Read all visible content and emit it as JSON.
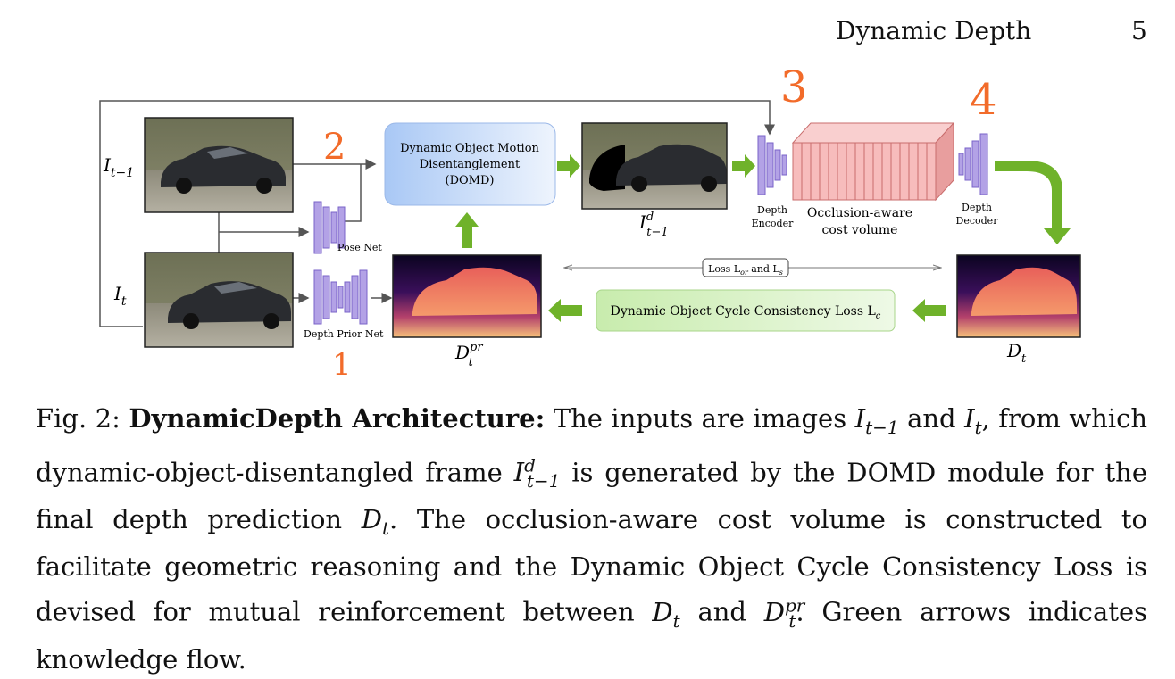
{
  "header": {
    "running_title": "Dynamic Depth",
    "page_number": "5"
  },
  "figure": {
    "labels": {
      "input_prev": "I",
      "input_prev_sub": "t−1",
      "input_curr": "I",
      "input_curr_sub": "t",
      "pose_net": "Pose Net",
      "depth_prior_net": "Depth Prior Net",
      "domd_line1": "Dynamic Object Motion",
      "domd_line2": "Disentanglement",
      "domd_line3": "(DOMD)",
      "disentangled": "I",
      "disentangled_sup": "d",
      "disentangled_sub": "t−1",
      "depth_encoder_line1": "Depth",
      "depth_encoder_line2": "Encoder",
      "cost_volume_line1": "Occlusion-aware",
      "cost_volume_line2": "cost volume",
      "depth_decoder_line1": "Depth",
      "depth_decoder_line2": "Decoder",
      "prior_depth": "D",
      "prior_depth_sup": "pr",
      "prior_depth_sub": "t",
      "final_depth": "D",
      "final_depth_sub": "t",
      "loss_box_text": "Loss L",
      "loss_box_sub1": "or",
      "loss_box_and": "and L",
      "loss_box_sub2": "s",
      "cycle_loss_text": "Dynamic Object Cycle Consistency Loss L",
      "cycle_loss_sub": "c"
    },
    "annotations": [
      "1",
      "2",
      "3",
      "4"
    ],
    "colors": {
      "green_arrow": "#6fb22a",
      "network_block": "#b3a2e6",
      "cost_volume": "#f7bcbc",
      "domd_box": "#a9c8f5",
      "cycle_box": "#cdeeb2",
      "annotation": "#f26b2a"
    }
  },
  "caption": {
    "fig_label": "Fig. 2:",
    "title": "DynamicDepth Architecture:",
    "t1": "The inputs are images",
    "t2": "and",
    "t3": ", from which dynamic-object-disentangled frame",
    "t4": "is generated by the DOMD module for the final depth prediction",
    "t5": ". The occlusion-aware cost volume is constructed to facilitate geometric reasoning and the Dynamic Object Cycle Consistency Loss is devised for mutual reinforcement between",
    "t6": "and",
    "t7": ". Green arrows indicates knowledge flow."
  }
}
